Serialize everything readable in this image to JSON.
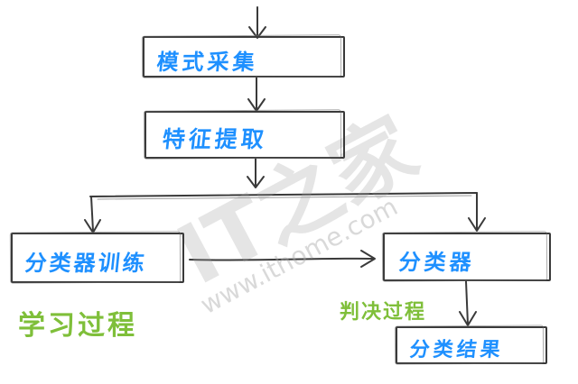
{
  "diagram": {
    "nodes": {
      "pattern_collection": "模式采集",
      "feature_extraction": "特征提取",
      "classifier_training": "分类器训练",
      "classifier": "分类器",
      "classification_result": "分类结果"
    },
    "annotations": {
      "learning_process": "学习过程",
      "decision_process": "判决过程"
    }
  },
  "watermark": {
    "logo": "IT之家",
    "url": "www.ithome.com"
  },
  "colors": {
    "node_text": "#1e90ff",
    "annotation_text": "#7fbf3a",
    "stroke": "#3a3a3a",
    "watermark": "#aaaaaa"
  }
}
